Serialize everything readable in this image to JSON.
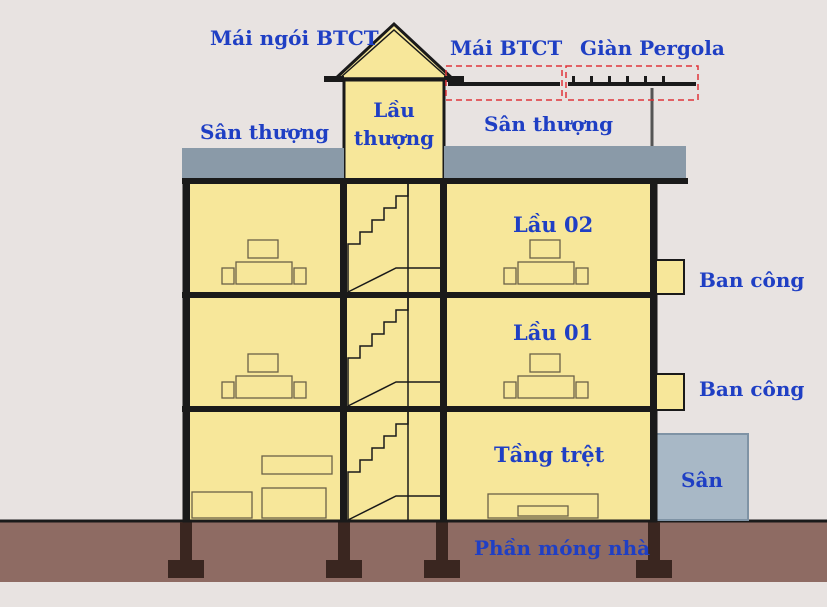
{
  "labels": {
    "roof_tile": "Mái ngói BTCT",
    "roof_concrete": "Mái BTCT",
    "pergola": "Giàn Pergola",
    "terrace_left": "Sân thượng",
    "terrace_right": "Sân thượng",
    "top_floor_line1": "Lầu",
    "top_floor_line2": "thượng",
    "floor2": "Lầu 02",
    "floor1": "Lầu 01",
    "ground_floor": "Tầng trệt",
    "balcony_upper": "Ban công",
    "balcony_lower": "Ban công",
    "yard": "Sân",
    "foundation": "Phần móng nhà"
  },
  "colors": {
    "background": "#e8e3e1",
    "wall_fill": "#f7e79a",
    "structure": "#1a1a1a",
    "slab": "#8a9aa8",
    "ground": "#8e6b63",
    "footing": "#3a2620",
    "yard": "#a8b8c6",
    "label": "#1f3fc4",
    "highlight_dash": "#e0343a"
  }
}
